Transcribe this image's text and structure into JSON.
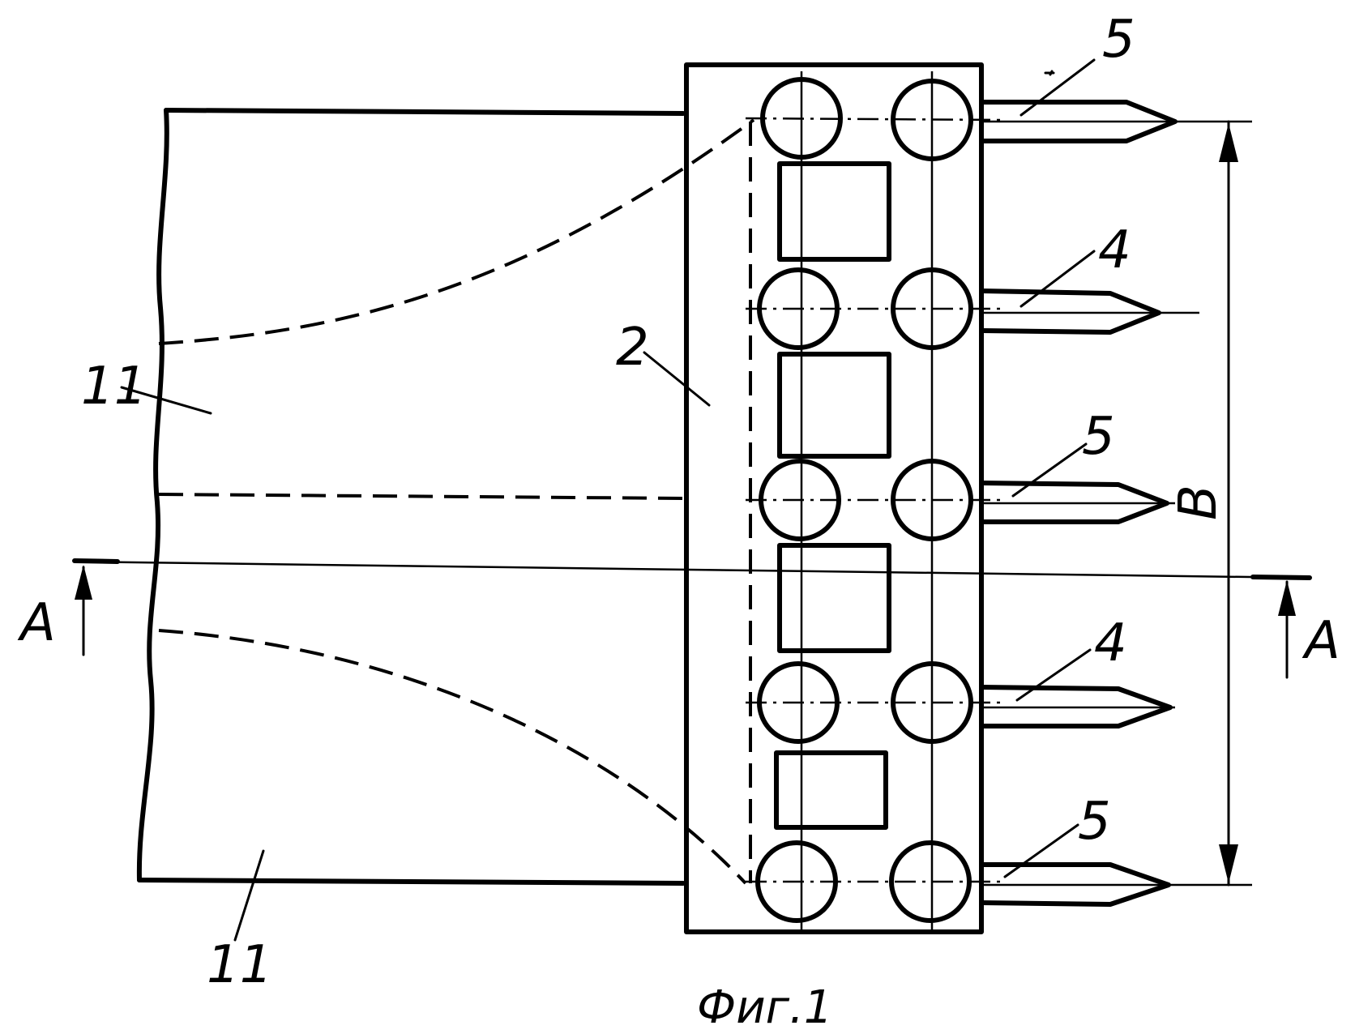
{
  "caption": "Фиг.1",
  "labels": {
    "plate": "2",
    "top_strip": "11",
    "bottom_strip": "11",
    "pin_1": "5",
    "pin_2": "4",
    "pin_3": "5",
    "pin_4": "4",
    "pin_5": "5",
    "dimension": "B",
    "section_left": "A",
    "section_right": "A"
  }
}
